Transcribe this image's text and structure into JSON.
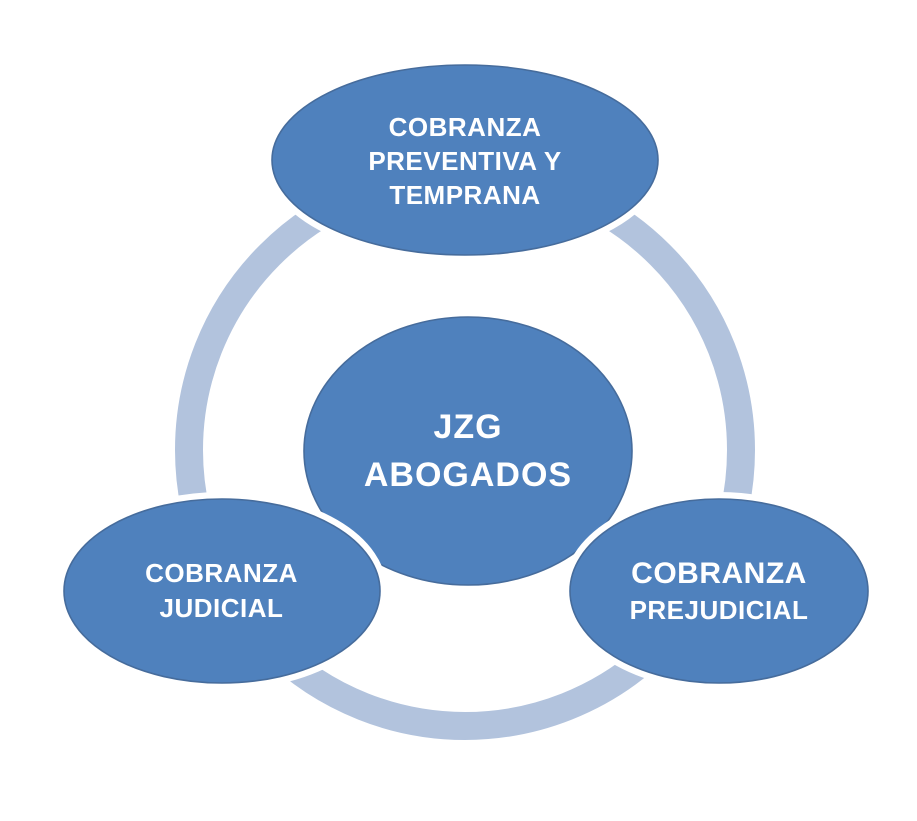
{
  "diagram": {
    "type": "radial-cycle",
    "background": "#ffffff",
    "colors": {
      "node_fill": "#4f81bd",
      "node_edge": "#466c9c",
      "node_separator": "#ffffff",
      "ring": "#b2c3dd",
      "label_text": "#ffffff"
    },
    "center_node": {
      "label_lines": [
        "JZG",
        "ABOGADOS"
      ]
    },
    "outer_nodes": [
      {
        "position": "top",
        "label_lines": [
          "COBRANZA",
          "PREVENTIVA Y",
          "TEMPRANA"
        ]
      },
      {
        "position": "bottom-left",
        "label_lines": [
          "COBRANZA",
          "JUDICIAL"
        ]
      },
      {
        "position": "bottom-right",
        "label_lines": [
          "COBRANZA",
          "PREJUDICIAL"
        ]
      }
    ]
  }
}
